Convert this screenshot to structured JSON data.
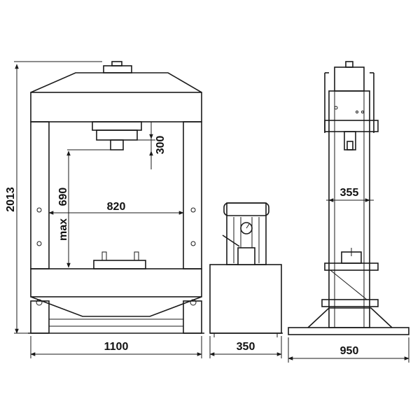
{
  "dimensions": {
    "press_height": "2013",
    "press_width": "1100",
    "inner_width": "820",
    "max_opening_prefix": "max",
    "max_opening": "690",
    "stroke": "300",
    "pump_width": "350",
    "side_depth": "950",
    "side_inner": "355"
  },
  "colors": {
    "line": "#1a1a1a",
    "background": "#ffffff"
  }
}
